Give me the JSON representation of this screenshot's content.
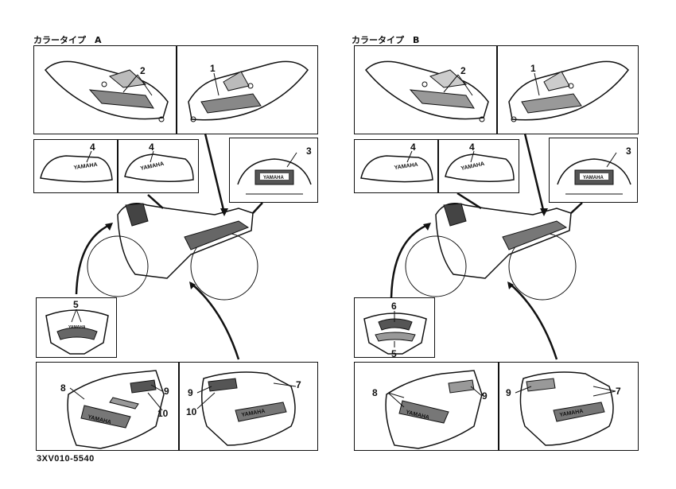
{
  "diagrams": [
    {
      "title": "カラータイプ　A",
      "part_numbers": {
        "rear_left": "2",
        "rear_right": "1",
        "tank_left": "4",
        "tank_right": "4",
        "tail": "3",
        "front": "5",
        "lower_left_8": "8",
        "lower_left_9": "9",
        "lower_left_10": "10",
        "lower_right_9": "9",
        "lower_right_10": "10",
        "lower_right_7": "7"
      }
    },
    {
      "title": "カラータイプ　B",
      "part_numbers": {
        "rear_left": "2",
        "rear_right": "1",
        "tank_left": "4",
        "tank_right": "4",
        "tail": "3",
        "front_top": "6",
        "front": "5",
        "lower_left_8": "8",
        "lower_left_9": "9",
        "lower_right_9": "9",
        "lower_right_7": "7"
      }
    }
  ],
  "logo_text": "YAMAHA",
  "reference_code": "3XV010-5540"
}
